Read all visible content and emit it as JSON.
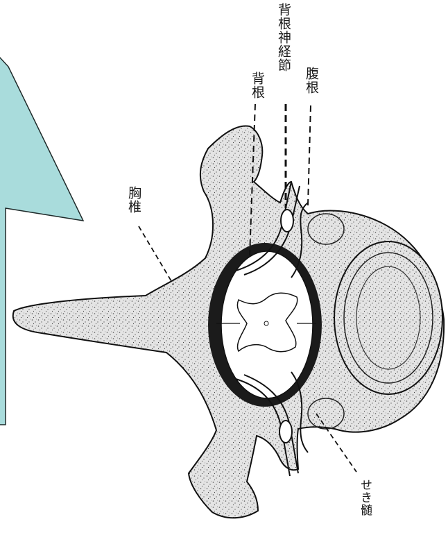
{
  "labels": {
    "dorsal_root": "背根",
    "dorsal_root_ganglion": "背根神経節",
    "ventral_root": "腹根",
    "thoracic_vertebra": "胸椎",
    "spinal_cord": "せき髄"
  },
  "colors": {
    "arrow_fill": "#a9dcdc",
    "arrow_stroke": "#1f2a2a",
    "bone_fill": "#dedede",
    "dura": "#1b1b1b",
    "line": "#111111"
  }
}
